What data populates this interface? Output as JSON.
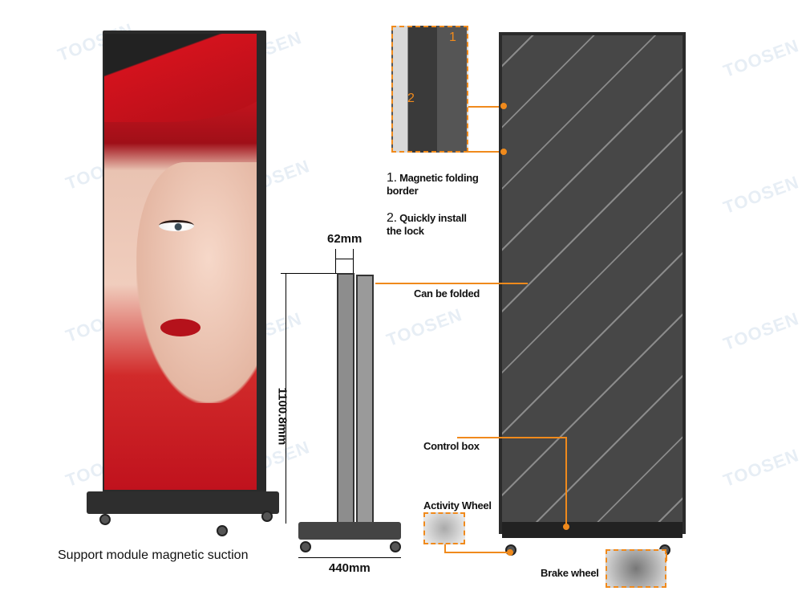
{
  "watermark": "TOOSEN",
  "left_caption": "Support module magnetic suction",
  "dimensions": {
    "width_depth": "62mm",
    "height": "1100.8mm",
    "base_width": "440mm"
  },
  "callouts": {
    "item1_num": "1.",
    "item1": "Magnetic folding border",
    "item2_num": "2.",
    "item2": "Quickly install the lock",
    "inset_num1": "1",
    "inset_num2": "2",
    "folded": "Can be folded",
    "control_box": "Control box",
    "activity_wheel": "Activity Wheel",
    "brake_wheel": "Brake wheel"
  },
  "colors": {
    "accent": "#f08a1c",
    "frame": "#2b2b2b"
  }
}
